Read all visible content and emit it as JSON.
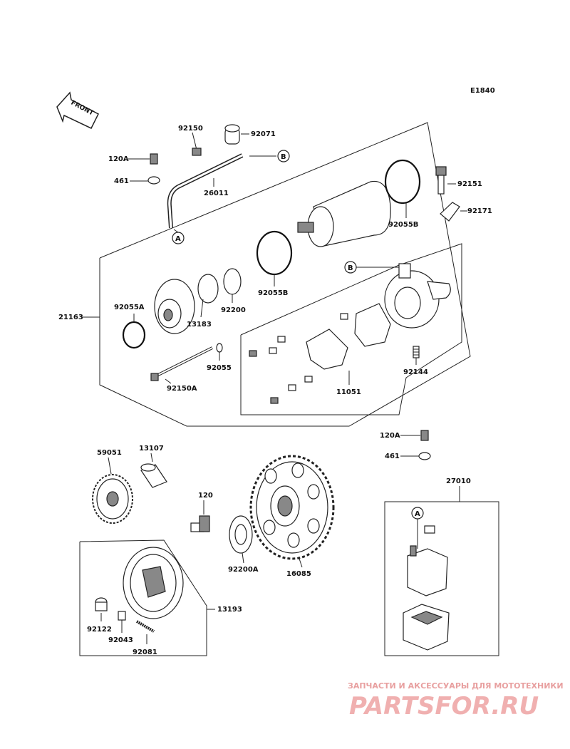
{
  "diagram": {
    "code": "E1840",
    "front_label": "FRONT",
    "labels": {
      "p92150": "92150",
      "p92071": "92071",
      "p120A_top": "120A",
      "p461_top": "461",
      "p26011": "26011",
      "refB_top": "B",
      "refA_top": "A",
      "p92151": "92151",
      "p92171": "92171",
      "p92055B_a": "92055B",
      "p92055B_b": "92055B",
      "refB_mid": "B",
      "p21163": "21163",
      "p92055A": "92055A",
      "p13183": "13183",
      "p92200": "92200",
      "p92055": "92055",
      "p92150A": "92150A",
      "p92144": "92144",
      "p11051": "11051",
      "p120A_bot": "120A",
      "p461_bot": "461",
      "p59051": "59051",
      "p13107": "13107",
      "p120": "120",
      "p92200A": "92200A",
      "p16085": "16085",
      "p27010": "27010",
      "refA_bot": "A",
      "p13193": "13193",
      "p92122": "92122",
      "p92043": "92043",
      "p92081": "92081"
    }
  },
  "watermark": {
    "tagline": "ЗАПЧАСТИ И АКСЕССУАРЫ ДЛЯ МОТОТЕХНИКИ",
    "brand": "PARTSFOR.RU"
  }
}
